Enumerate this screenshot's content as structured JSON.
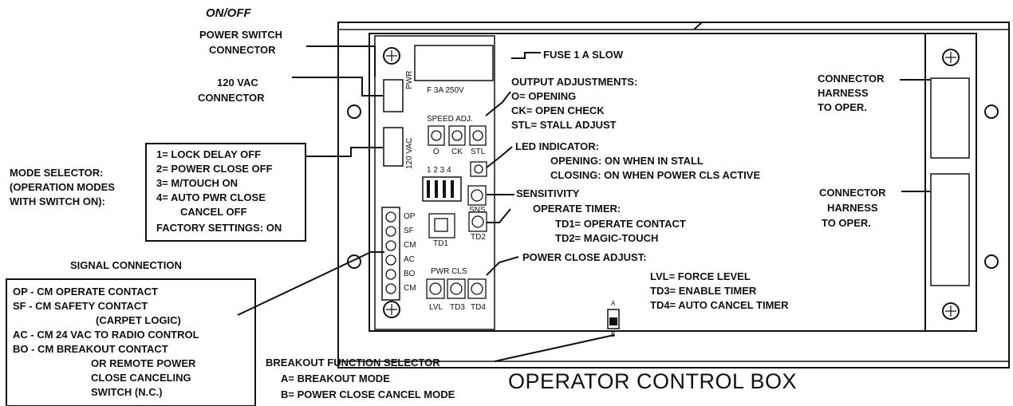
{
  "title": "OPERATOR CONTROL BOX",
  "labels": {
    "on_off": "ON/OFF",
    "power_switch_1": "POWER SWITCH",
    "power_switch_2": "CONNECTOR",
    "vac_1": "120 VAC",
    "vac_2": "CONNECTOR",
    "mode_1": "MODE SELECTOR:",
    "mode_2": "(OPERATION MODES",
    "mode_3": "WITH SWITCH ON):",
    "signal_title": "SIGNAL CONNECTION",
    "fuse": "FUSE 1 A SLOW",
    "output_title": "OUTPUT ADJUSTMENTS:",
    "output_o": "O= OPENING",
    "output_ck": "CK= OPEN CHECK",
    "output_stl": "STL= STALL ADJUST",
    "led_title": "LED INDICATOR:",
    "led_opening": "OPENING: ON WHEN IN STALL",
    "led_closing": "CLOSING: ON WHEN POWER CLS ACTIVE",
    "sensitivity": "SENSITIVITY",
    "timer_title": "OPERATE TIMER:",
    "td1": "TD1= OPERATE CONTACT",
    "td2": "TD2= MAGIC-TOUCH",
    "pc_title": "POWER CLOSE ADJUST:",
    "lvl": "LVL= FORCE LEVEL",
    "td3": "TD3= ENABLE TIMER",
    "td4": "TD4= AUTO CANCEL TIMER",
    "harness1_1": "CONNECTOR",
    "harness1_2": "HARNESS",
    "harness1_3": "TO OPER.",
    "harness2_1": "CONNECTOR",
    "harness2_2": "HARNESS",
    "harness2_3": "TO OPER.",
    "breakout_title": "BREAKOUT FUNCTION SELECTOR",
    "breakout_a": "A= BREAKOUT MODE",
    "breakout_b": "B= POWER CLOSE CANCEL MODE"
  },
  "mode_box": [
    "1= LOCK DELAY OFF",
    "2= POWER CLOSE OFF",
    "3= M/TOUCH ON",
    "4= AUTO PWR CLOSE",
    "CANCEL OFF",
    "FACTORY SETTINGS: ON"
  ],
  "signal_box": [
    "OP - CM  OPERATE CONTACT",
    "SF - CM  SAFETY CONTACT",
    "(CARPET LOGIC)",
    "AC - CM  24 VAC TO RADIO CONTROL",
    "BO - CM  BREAKOUT CONTACT",
    "OR REMOTE POWER",
    "CLOSE CANCELING",
    "SWITCH (N.C.)"
  ],
  "board": {
    "fuse_text": "F 3A 250V",
    "pwr": "PWR",
    "vac": "120 VAC",
    "speed_adj": "SPEED ADJ.",
    "pot_o": "O",
    "pot_ck": "CK",
    "pot_stl": "STL",
    "dip": "1 2 3 4",
    "sns": "SNS",
    "td1": "TD1",
    "td2": "TD2",
    "pwr_cls": "PWR CLS",
    "lvl": "LVL",
    "td3": "TD3",
    "td4": "TD4",
    "term_op": "OP",
    "term_sf": "SF",
    "term_cm1": "CM",
    "term_ac": "AC",
    "term_bo": "BO",
    "term_cm2": "CM",
    "sw_a": "A",
    "sw_b": "B"
  }
}
